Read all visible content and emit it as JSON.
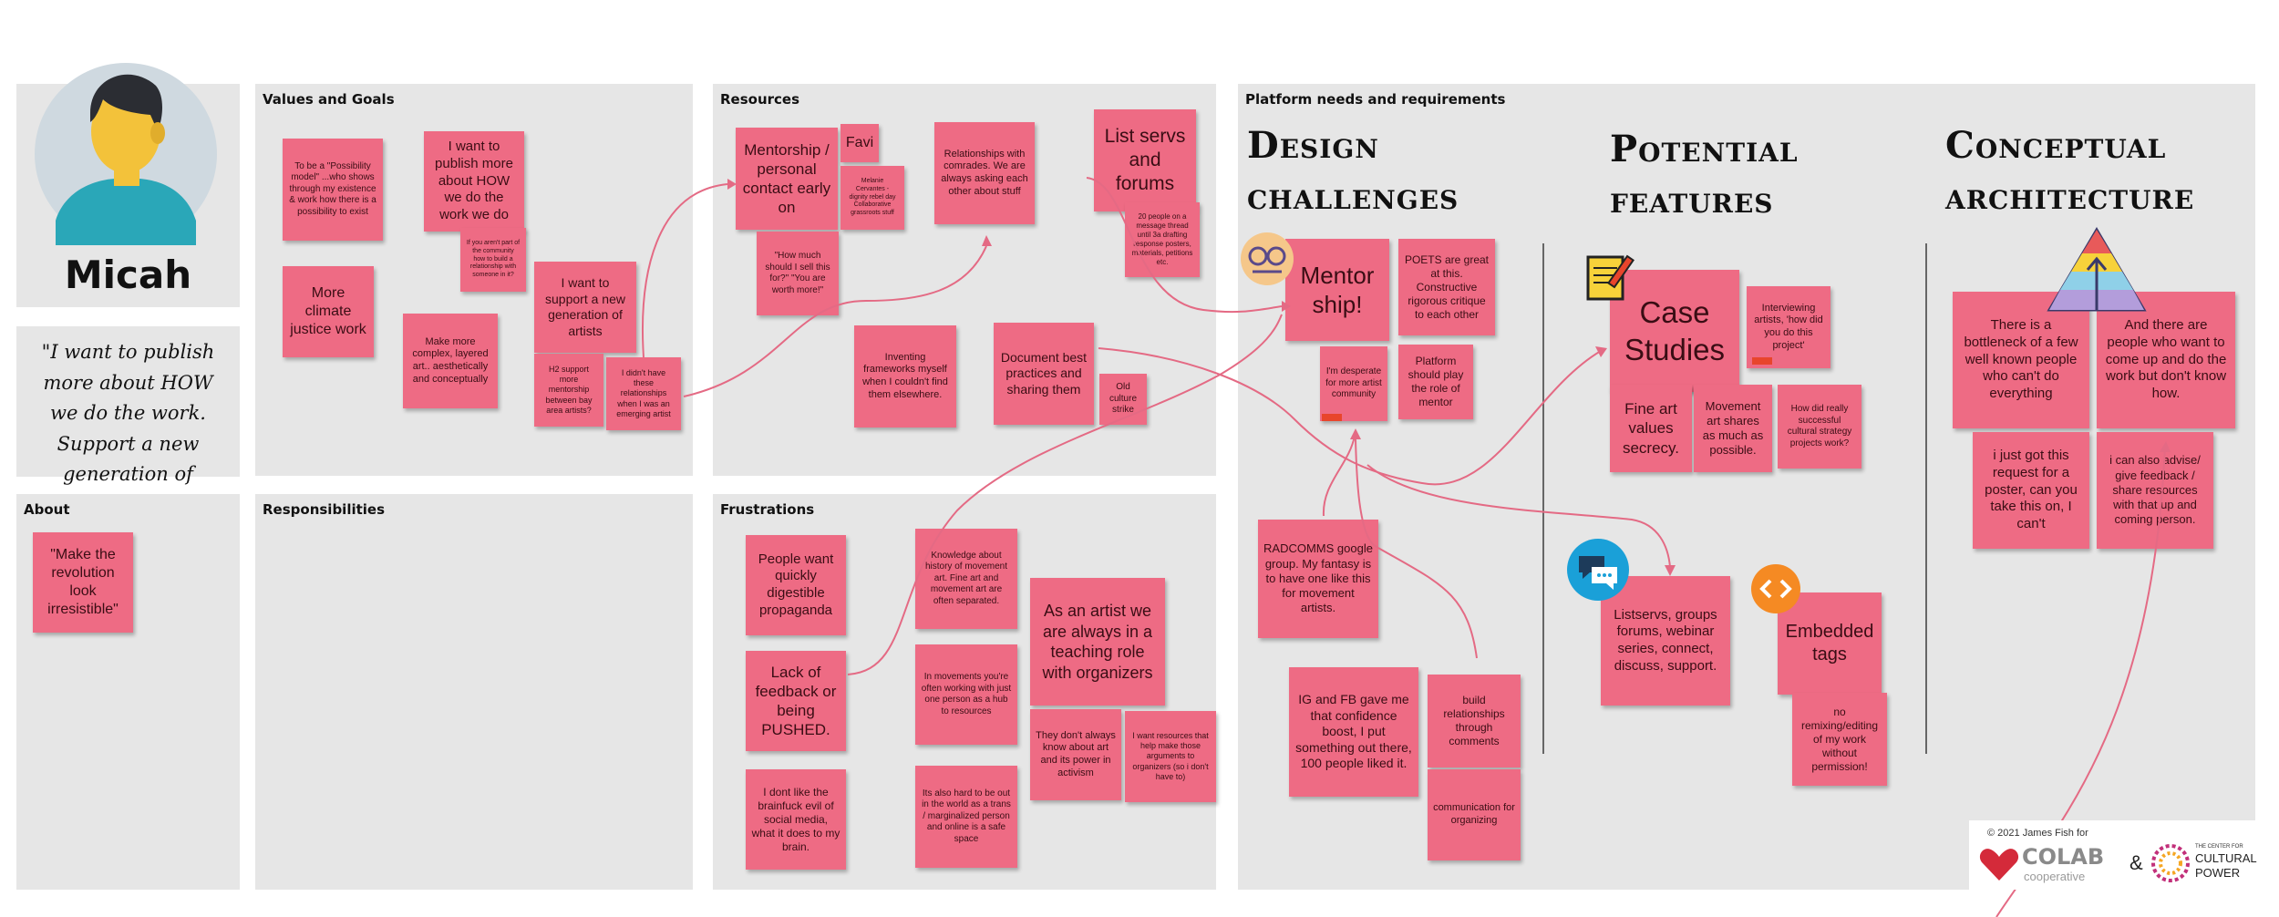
{
  "persona": {
    "name": "Micah",
    "quote": "\"I want to publish more about HOW we do the work. Support a new generation of artists.\""
  },
  "panels": {
    "values": "Values and Goals",
    "resources": "Resources",
    "platform": "Platform needs and requirements",
    "about": "About",
    "responsibilities": "Responsibilities",
    "frustrations": "Frustrations"
  },
  "headings": {
    "design": "Design challenges",
    "features": "Potential features",
    "architecture": "Conceptual architecture"
  },
  "notes": {
    "values": [
      "To be a \"Possibility model\" ...who shows through my existence & work how there is a possibility to exist",
      "I want to publish more about HOW we do the work we do",
      "If you aren't part of the community how to build a relationship with someone in it?",
      "More climate justice work",
      "Make more complex, layered art.. aesthetically and conceptually",
      "I want to support a new generation of artists",
      "H2 support more mentorship between bay area artists?",
      "I didn't have these relationships when I was an emerging artist"
    ],
    "resources": [
      "Mentorship / personal contact early on",
      "Favi",
      "Melanie Cervantes - dignity rebel day Collaborative grassroots stuff",
      "\"How much should I sell this for?\" \"You are worth more!\"",
      "Relationships with comrades. We are always asking each other about stuff",
      "List servs and forums",
      "20 people on a message thread until 3a drafting response posters, materials, petitions etc.",
      "Inventing frameworks myself when I couldn't find them elsewhere.",
      "Document best practices and sharing them",
      "Old culture strike"
    ],
    "about": [
      "\"Make the revolution look irresistible\""
    ],
    "frustrations": [
      "People want quickly digestible propaganda",
      "Knowledge about history of movement art. Fine art and movement art are often separated.",
      "As an artist we are always in a teaching role with organizers",
      "Lack of feedback or being PUSHED.",
      "In movements you're often working with just one person as a hub to resources",
      "They don't always know about art and its power in activism",
      "I want resources that help make those arguments to organizers (so i don't have to)",
      "I dont like the brainfuck  evil of social media, what it does to my brain.",
      "Its also hard to be out in the world as a trans / marginalized person and online is a safe space"
    ],
    "design": [
      "Mentor ship!",
      "POETS are great at this. Constructive rigorous critique to each other",
      "I'm desperate for more artist community",
      "Platform should play the role of mentor",
      "RADCOMMS google group. My fantasy is to have one like this for movement artists.",
      "IG and FB gave me that confidence boost, I put something out there, 100 people liked it.",
      "build relationships through comments",
      "communication for organizing"
    ],
    "features": [
      "Case Studies",
      "Interviewing artists, 'how did you do this project'",
      "Fine art values secrecy.",
      "Movement art shares as much as possible.",
      "How did really successful cultural strategy projects work?",
      "Listservs, groups forums, webinar series, connect, discuss, support.",
      "Embedded tags",
      "no remixing/editing of my work without permission!"
    ],
    "architecture": [
      "There is a bottleneck of a few well known people who can't do everything",
      "And there are people who want to come up and do the work but don't know how.",
      "i just got this request for a poster, can you take this on, I can't",
      "i can also advise/ give feedback / share resources with that up and coming person."
    ]
  },
  "icons": [
    "avatar",
    "collaboration-icon",
    "notepad-icon",
    "chat-icon",
    "code-icon",
    "pyramid-icon",
    "heart-logo",
    "sun-logo"
  ],
  "footer": {
    "credit": "© 2021 James Fish for",
    "colab": "COLAB",
    "cooperative": "cooperative",
    "amp": "&",
    "ccp_small1": "THE CENTER FOR",
    "ccp_big1": "CULTURAL",
    "ccp_big2": "POWER"
  },
  "colors": {
    "sticky": "#ee6b84",
    "panel": "#e6e6e6",
    "accent": "#e8452c",
    "connector": "#e46a84"
  }
}
